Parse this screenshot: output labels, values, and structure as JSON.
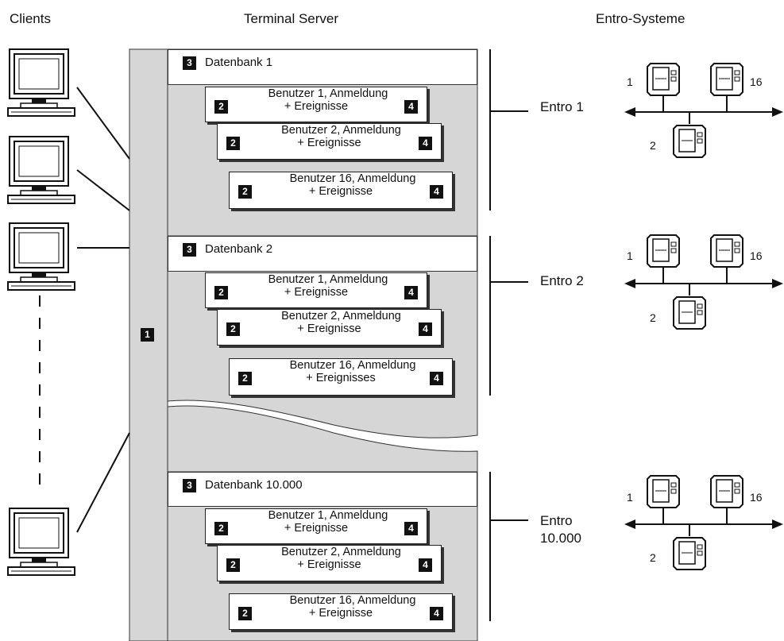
{
  "headers": {
    "clients": "Clients",
    "terminal_server": "Terminal Server",
    "entro_systeme": "Entro-Systeme"
  },
  "server_badge": "1",
  "databases": [
    {
      "badge": "3",
      "label": "Datenbank 1",
      "users": [
        {
          "line1": "Benutzer 1, Anmeldung",
          "line2": "+ Ereignisse",
          "badge_left": "2",
          "badge_right": "4"
        },
        {
          "line1": "Benutzer 2, Anmeldung",
          "line2": "+ Ereignisse",
          "badge_left": "2",
          "badge_right": "4"
        },
        {
          "line1": "Benutzer 16, Anmeldung",
          "line2": "+ Ereignisse",
          "badge_left": "2",
          "badge_right": "4"
        }
      ],
      "entro_label": "Entro 1"
    },
    {
      "badge": "3",
      "label": "Datenbank 2",
      "users": [
        {
          "line1": "Benutzer 1, Anmeldung",
          "line2": "+ Ereignisse",
          "badge_left": "2",
          "badge_right": "4"
        },
        {
          "line1": "Benutzer 2, Anmeldung",
          "line2": "+ Ereignisse",
          "badge_left": "2",
          "badge_right": "4"
        },
        {
          "line1": "Benutzer 16, Anmeldung",
          "line2": "+ Ereignisses",
          "badge_left": "2",
          "badge_right": "4"
        }
      ],
      "entro_label": "Entro 2"
    },
    {
      "badge": "3",
      "label": "Datenbank 10.000",
      "users": [
        {
          "line1": "Benutzer 1, Anmeldung",
          "line2": "+ Ereignisse",
          "badge_left": "2",
          "badge_right": "4"
        },
        {
          "line1": "Benutzer 2, Anmeldung",
          "line2": "+ Ereignisse",
          "badge_left": "2",
          "badge_right": "4"
        },
        {
          "line1": "Benutzer 16, Anmeldung",
          "line2": "+ Ereignisse",
          "badge_left": "2",
          "badge_right": "4"
        }
      ],
      "entro_label_line1": "Entro",
      "entro_label_line2": "10.000"
    }
  ],
  "entro_device_numbers": [
    "1",
    "16",
    "2"
  ]
}
